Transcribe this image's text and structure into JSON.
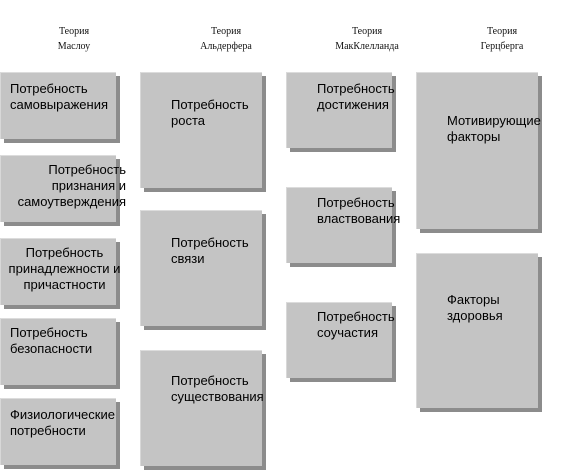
{
  "columns": [
    {
      "header": "Теория\nМаслоу",
      "boxes": [
        "Потребность\nсамовыражения",
        "Потребность\nпризнания и\nсамоутверждения",
        "Потребность\nпринадлежности и\nпричастности",
        "Потребность\nбезопасности",
        "Физиологические\nпотребности"
      ]
    },
    {
      "header": "Теория\nАльдерфера",
      "boxes": [
        "Потребность\nроста",
        "Потребность\nсвязи",
        "Потребность\nсуществования"
      ]
    },
    {
      "header": "Теория\nМакКлелланда",
      "boxes": [
        "Потребность\nдостижения",
        "Потребность\nвластвования",
        "Потребность\nсоучастия"
      ]
    },
    {
      "header": "Теория\nГерцберга",
      "boxes": [
        "Мотивирующие\nфакторы",
        "Факторы\nздоровья"
      ]
    }
  ]
}
